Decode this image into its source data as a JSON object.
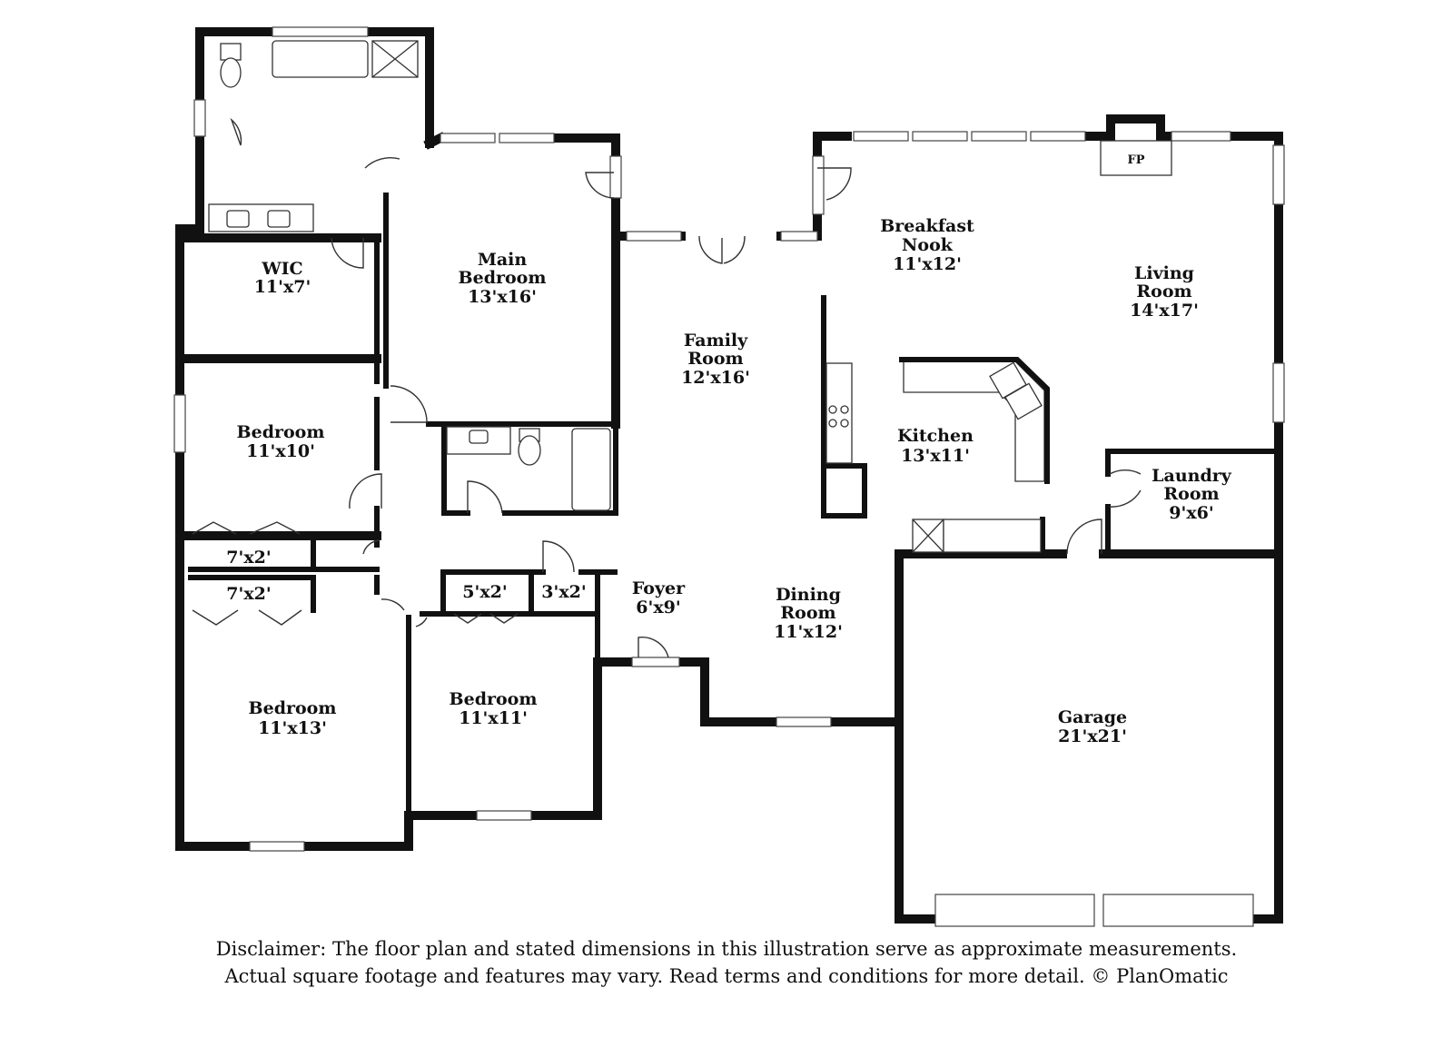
{
  "rooms": {
    "wic": {
      "name": "WIC",
      "dim": "11'x7'"
    },
    "main_bedroom": {
      "name1": "Main",
      "name2": "Bedroom",
      "dim": "13'x16'"
    },
    "bedroom_a": {
      "name": "Bedroom",
      "dim": "11'x10'"
    },
    "closet_a": {
      "dim": "7'x2'"
    },
    "closet_b": {
      "dim": "7'x2'"
    },
    "closet_c": {
      "dim": "5'x2'"
    },
    "closet_d": {
      "dim": "3'x2'"
    },
    "bedroom_b": {
      "name": "Bedroom",
      "dim": "11'x13'"
    },
    "bedroom_c": {
      "name": "Bedroom",
      "dim": "11'x11'"
    },
    "foyer": {
      "name": "Foyer",
      "dim": "6'x9'"
    },
    "family_room": {
      "name1": "Family",
      "name2": "Room",
      "dim": "12'x16'"
    },
    "breakfast_nook": {
      "name1": "Breakfast",
      "name2": "Nook",
      "dim": "11'x12'"
    },
    "living_room": {
      "name1": "Living",
      "name2": "Room",
      "dim": "14'x17'"
    },
    "kitchen": {
      "name": "Kitchen",
      "dim": "13'x11'"
    },
    "laundry_room": {
      "name1": "Laundry",
      "name2": "Room",
      "dim": "9'x6'"
    },
    "dining_room": {
      "name1": "Dining",
      "name2": "Room",
      "dim": "11'x12'"
    },
    "garage": {
      "name": "Garage",
      "dim": "21'x21'"
    }
  },
  "fireplace": {
    "label": "FP"
  },
  "disclaimer": {
    "line1": "Disclaimer: The floor plan and stated dimensions in this illustration serve as approximate measurements.",
    "line2": "Actual square footage and features may vary. Read terms and conditions for more detail. © PlanOmatic"
  }
}
